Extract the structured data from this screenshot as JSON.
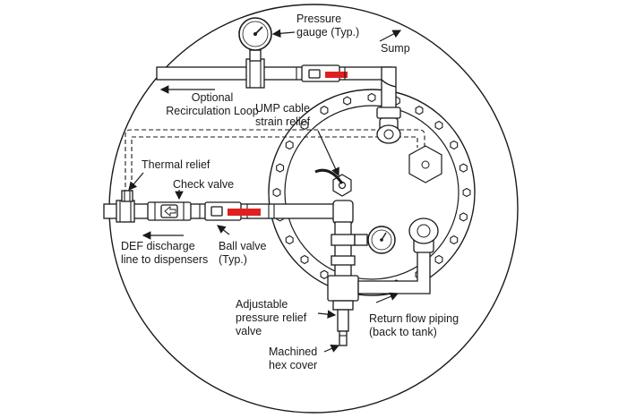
{
  "colors": {
    "ink": "#1a1a1a",
    "valve_handle": "#e02020",
    "background": "#ffffff"
  },
  "labels": {
    "pressure_gauge": [
      "Pressure",
      "gauge (Typ.)"
    ],
    "sump": "Sump",
    "recirc": [
      "Optional",
      "Recirculation Loop"
    ],
    "ump": [
      "UMP cable",
      "strain relief"
    ],
    "thermal": "Thermal relief",
    "check": "Check valve",
    "def": [
      "DEF discharge",
      "line to dispensers"
    ],
    "ball": [
      "Ball valve",
      "(Typ.)"
    ],
    "relief": [
      "Adjustable",
      "pressure relief",
      "valve"
    ],
    "return": [
      "Return flow piping",
      "(back to tank)"
    ],
    "hex": [
      "Machined",
      "hex cover"
    ]
  },
  "icons": {
    "gauge": "pressure-gauge-icon",
    "check_arrow": "arrow-left-icon",
    "bolt": "hex-bolt-icon"
  }
}
